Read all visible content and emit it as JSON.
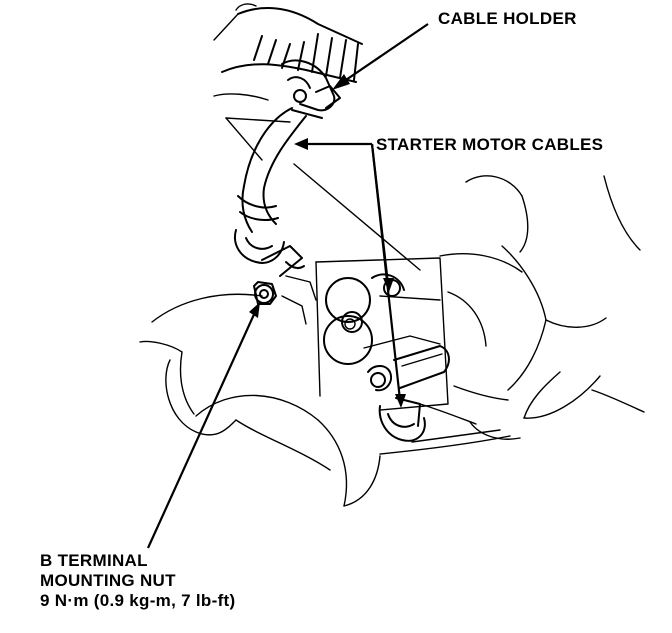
{
  "callouts": {
    "cable_holder": "CABLE HOLDER",
    "starter_motor_cables": "STARTER MOTOR CABLES",
    "b_terminal_line1": "B TERMINAL",
    "b_terminal_line2": "MOUNTING NUT",
    "b_terminal_torque": "9 N·m (0.9 kg-m, 7 lb-ft)"
  }
}
